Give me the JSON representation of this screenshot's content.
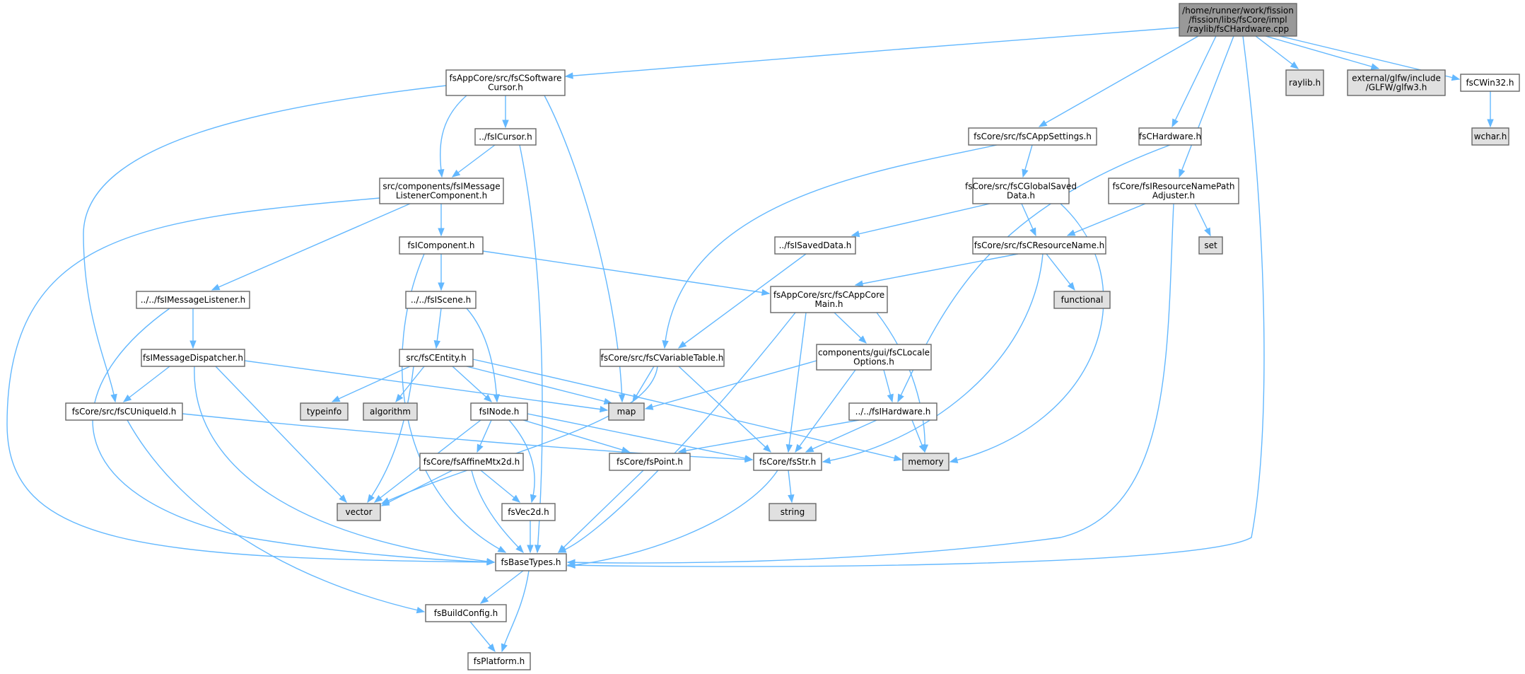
{
  "diagram": {
    "nodes": [
      {
        "id": "root",
        "lines": [
          "/home/runner/work/fission",
          "/fission/libs/fsCore/impl",
          "/raylib/fsCHardware.cpp"
        ],
        "kind": "root"
      },
      {
        "id": "swcursor",
        "lines": [
          "fsAppCore/src/fsCSoftware",
          "Cursor.h"
        ],
        "kind": "file"
      },
      {
        "id": "icursor",
        "lines": [
          "../fsICursor.h"
        ],
        "kind": "file"
      },
      {
        "id": "msglistcomp",
        "lines": [
          "src/components/fsIMessage",
          "ListenerComponent.h"
        ],
        "kind": "file"
      },
      {
        "id": "icomponent",
        "lines": [
          "fsIComponent.h"
        ],
        "kind": "file"
      },
      {
        "id": "iscene",
        "lines": [
          "../../fsIScene.h"
        ],
        "kind": "file"
      },
      {
        "id": "imsglistener",
        "lines": [
          "../../fsIMessageListener.h"
        ],
        "kind": "file"
      },
      {
        "id": "imsgdispatcher",
        "lines": [
          "fsIMessageDispatcher.h"
        ],
        "kind": "file"
      },
      {
        "id": "uniqueid",
        "lines": [
          "fsCore/src/fsCUniqueId.h"
        ],
        "kind": "file"
      },
      {
        "id": "centity",
        "lines": [
          "src/fsCEntity.h"
        ],
        "kind": "file"
      },
      {
        "id": "typeinfo",
        "lines": [
          "typeinfo"
        ],
        "kind": "system"
      },
      {
        "id": "algorithm",
        "lines": [
          "algorithm"
        ],
        "kind": "system"
      },
      {
        "id": "inode",
        "lines": [
          "fsINode.h"
        ],
        "kind": "file"
      },
      {
        "id": "map",
        "lines": [
          "map"
        ],
        "kind": "system"
      },
      {
        "id": "affinemtx",
        "lines": [
          "fsCore/fsAffineMtx2d.h"
        ],
        "kind": "file"
      },
      {
        "id": "vector",
        "lines": [
          "vector"
        ],
        "kind": "system"
      },
      {
        "id": "vec2d",
        "lines": [
          "fsVec2d.h"
        ],
        "kind": "file"
      },
      {
        "id": "point",
        "lines": [
          "fsCore/fsPoint.h"
        ],
        "kind": "file"
      },
      {
        "id": "basetypes",
        "lines": [
          "fsBaseTypes.h"
        ],
        "kind": "file"
      },
      {
        "id": "buildconfig",
        "lines": [
          "fsBuildConfig.h"
        ],
        "kind": "file"
      },
      {
        "id": "platform",
        "lines": [
          "fsPlatform.h"
        ],
        "kind": "file"
      },
      {
        "id": "appsettings",
        "lines": [
          "fsCore/src/fsCAppSettings.h"
        ],
        "kind": "file"
      },
      {
        "id": "chardware",
        "lines": [
          "fsCHardware.h"
        ],
        "kind": "file"
      },
      {
        "id": "globalsaved",
        "lines": [
          "fsCore/src/fsCGlobalSaved",
          "Data.h"
        ],
        "kind": "file"
      },
      {
        "id": "isaveddata",
        "lines": [
          "../fsISavedData.h"
        ],
        "kind": "file"
      },
      {
        "id": "vartable",
        "lines": [
          "fsCore/src/fsCVariableTable.h"
        ],
        "kind": "file"
      },
      {
        "id": "appcoremain",
        "lines": [
          "fsAppCore/src/fsCAppCore",
          "Main.h"
        ],
        "kind": "file"
      },
      {
        "id": "locale",
        "lines": [
          "components/gui/fsCLocale",
          "Options.h"
        ],
        "kind": "file"
      },
      {
        "id": "ihardware",
        "lines": [
          "../../fsIHardware.h"
        ],
        "kind": "file"
      },
      {
        "id": "str",
        "lines": [
          "fsCore/fsStr.h"
        ],
        "kind": "file"
      },
      {
        "id": "string",
        "lines": [
          "string"
        ],
        "kind": "system"
      },
      {
        "id": "memory",
        "lines": [
          "memory"
        ],
        "kind": "system"
      },
      {
        "id": "resname",
        "lines": [
          "fsCore/src/fsCResourceName.h"
        ],
        "kind": "file"
      },
      {
        "id": "functional",
        "lines": [
          "functional"
        ],
        "kind": "system"
      },
      {
        "id": "resadjuster",
        "lines": [
          "fsCore/fsIResourceNamePath",
          "Adjuster.h"
        ],
        "kind": "file"
      },
      {
        "id": "set",
        "lines": [
          "set"
        ],
        "kind": "system"
      },
      {
        "id": "raylib",
        "lines": [
          "raylib.h"
        ],
        "kind": "system"
      },
      {
        "id": "glfw",
        "lines": [
          "external/glfw/include",
          "/GLFW/glfw3.h"
        ],
        "kind": "system"
      },
      {
        "id": "cwin32",
        "lines": [
          "fsCWin32.h"
        ],
        "kind": "file"
      },
      {
        "id": "wchar",
        "lines": [
          "wchar.h"
        ],
        "kind": "system"
      }
    ],
    "colors": {
      "root_fill": "#999999",
      "file_fill": "#ffffff",
      "system_fill": "#e0e0e0",
      "border": "#666666",
      "edge": "#63b8ff"
    }
  }
}
